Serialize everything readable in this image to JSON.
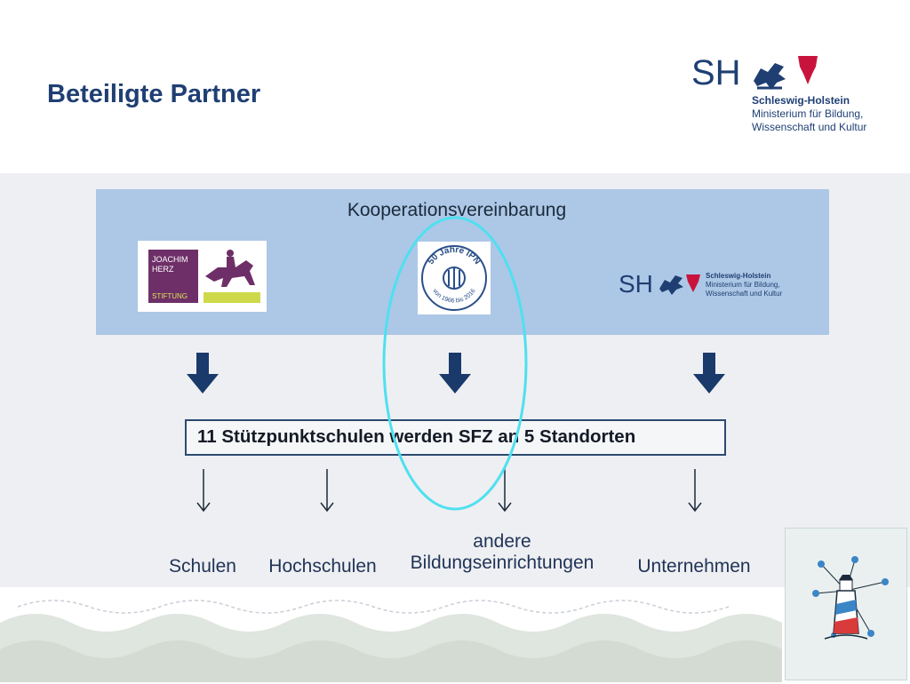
{
  "title": "Beteiligte Partner",
  "header_logo": {
    "mark": "SH",
    "org": "Schleswig-Holstein",
    "ministry_line1": "Ministerium für Bildung,",
    "ministry_line2": "Wissenschaft und Kultur"
  },
  "cooperation": {
    "label": "Kooperationsvereinbarung",
    "partners": {
      "jh": {
        "line1": "JOACHIM",
        "line2": "HERZ",
        "line3": "STIFTUNG"
      },
      "ipn": {
        "top": "50 Jahre IPN",
        "bottom": "von 1966 bis 2016"
      },
      "sh": {
        "mark": "SH",
        "org": "Schleswig-Holstein",
        "line1": "Ministerium für Bildung,",
        "line2": "Wissenschaft und Kultur"
      }
    }
  },
  "result": "11 Stützpunktschulen werden SFZ an 5 Standorten",
  "targets": {
    "schulen": "Schulen",
    "hochschulen": "Hochschulen",
    "andere_line1": "andere",
    "andere_line2": "Bildungseinrichtungen",
    "unternehmen": "Unternehmen"
  },
  "colors": {
    "title": "#1f3f73",
    "coop_box": "#adc7e6",
    "arrow": "#1a3a6b",
    "highlight_oval": "#4fe0f0",
    "sh_red": "#c8143c"
  }
}
